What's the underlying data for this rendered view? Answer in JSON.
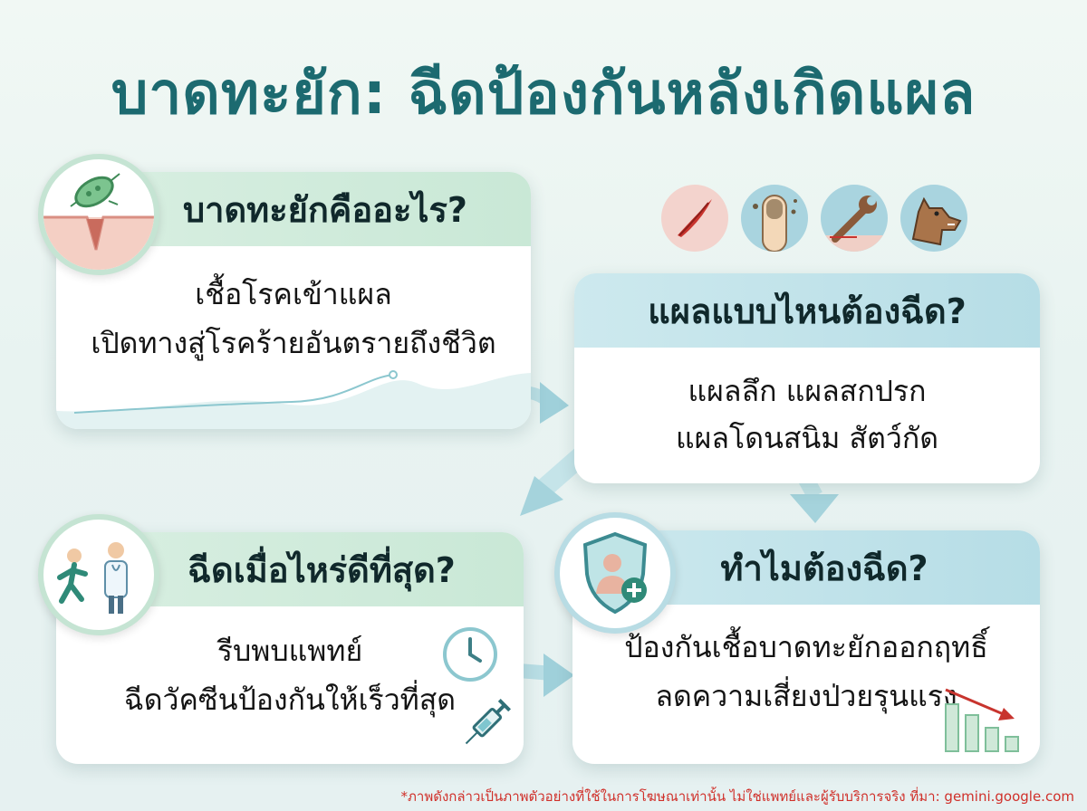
{
  "title": "บาดทะยัก: ฉีดป้องกันหลังเกิดแผล",
  "cards": {
    "what": {
      "header": "บาดทะยักคืออะไร?",
      "line1": "เชื้อโรคเข้าแผล",
      "line2": "เปิดทางสู่โรคร้ายอันตรายถึงชีวิต"
    },
    "which": {
      "header": "แผลแบบไหนต้องฉีด?",
      "line1": "แผลลึก แผลสกปรก",
      "line2": "แผลโดนสนิม สัตว์กัด"
    },
    "when": {
      "header": "ฉีดเมื่อไหร่ดีที่สุด?",
      "line1": "รีบพบแพทย์",
      "line2": "ฉีดวัคซีนป้องกันให้เร็วที่สุด"
    },
    "why": {
      "header": "ทำไมต้องฉีด?",
      "line1": "ป้องกันเชื้อบาดทะยักออกฤทธิ์",
      "line2": "ลดความเสี่ยงป่วยรุนแรง"
    }
  },
  "icons": [
    "bacteria-skin-wound-icon",
    "cut-wound-icon",
    "dirty-finger-icon",
    "rusty-wrench-icon",
    "dog-bite-icon",
    "running-to-doctor-icon",
    "clock-icon",
    "syringe-icon",
    "shield-person-icon",
    "declining-bar-chart-icon"
  ],
  "footer": "*ภาพดังกล่าวเป็นภาพตัวอย่างที่ใช้ในการโฆษณาเท่านั้น ไม่ใช่แพทย์และผู้รับบริการจริง ที่มา: gemini.google.com",
  "colors": {
    "title": "#1c6a70",
    "green_header": "#c9e8d6",
    "blue_header": "#b6dde6",
    "footer": "#d0302a"
  }
}
